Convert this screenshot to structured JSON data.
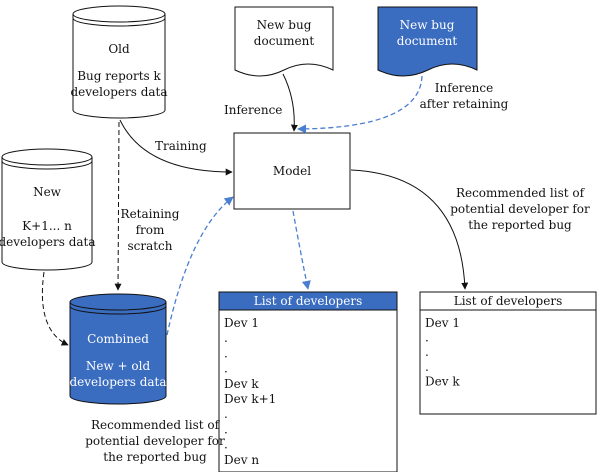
{
  "old_db": {
    "title": "Old",
    "line1": "Bug reports k",
    "line2": "developers data"
  },
  "new_db": {
    "title": "New",
    "line1": "K+1... n",
    "line2": "developers data"
  },
  "combined_db": {
    "title": "Combined",
    "line1": "New + old",
    "line2": "developers data"
  },
  "new_bug_doc_1": {
    "line1": "New bug",
    "line2": "document"
  },
  "new_bug_doc_2": {
    "line1": "New bug",
    "line2": "document"
  },
  "model": {
    "label": "Model"
  },
  "edges": {
    "training": "Training",
    "inference": "Inference",
    "inference_after_1": "Inference",
    "inference_after_2": "after retaining",
    "retaining_1": "Retaining",
    "retaining_2": "from",
    "retaining_3": "scratch"
  },
  "captions": {
    "right_1": "Recommended list of",
    "right_2": "potential developer for",
    "right_3": "the reported bug",
    "bottom_1": "Recommended list of",
    "bottom_2": "potential developer for",
    "bottom_3": "the reported bug"
  },
  "list_blue": {
    "header": "List of developers",
    "items": [
      "Dev 1",
      ".",
      ".",
      ".",
      "Dev k",
      "Dev k+1",
      ".",
      ".",
      ".",
      "Dev n"
    ]
  },
  "list_white": {
    "header": "List of developers",
    "items": [
      "Dev 1",
      ".",
      ".",
      ".",
      "Dev k"
    ]
  },
  "colors": {
    "accent_blue": "#3a6cc0",
    "dashed_blue": "#4a7fd0",
    "stroke": "#111111"
  }
}
